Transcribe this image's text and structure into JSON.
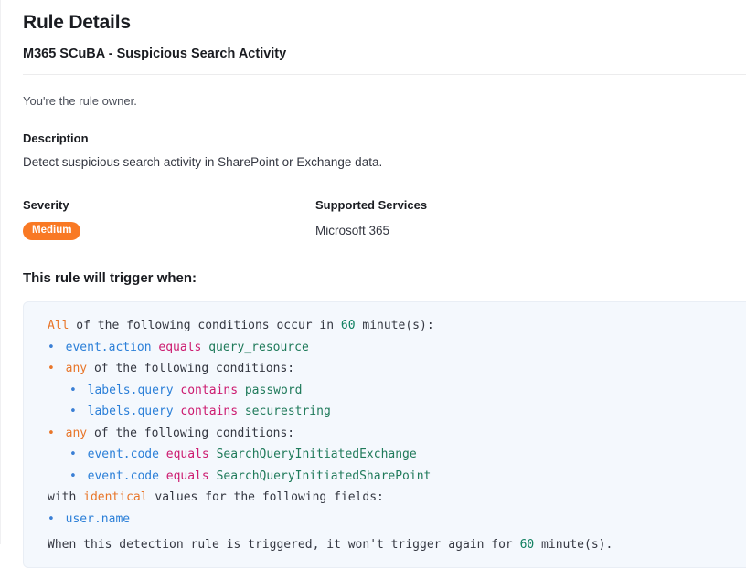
{
  "header": {
    "title": "Rule Details",
    "rule_name": "M365 SCuBA - Suspicious Search Activity",
    "owner_note": "You're the rule owner."
  },
  "description": {
    "label": "Description",
    "text": "Detect suspicious search activity in SharePoint or Exchange data."
  },
  "severity": {
    "label": "Severity",
    "value": "Medium",
    "color": "#f97924"
  },
  "supported_services": {
    "label": "Supported Services",
    "value": "Microsoft 365"
  },
  "trigger": {
    "heading": "This rule will trigger when:",
    "line_all": {
      "logic": "All",
      "text_before": " of the following conditions occur in ",
      "window": "60",
      "text_after": " minute(s):"
    },
    "conditions": [
      {
        "indent": 0,
        "bullet": "dot",
        "field": "event.action",
        "operator": "equals",
        "value": "query_resource"
      },
      {
        "indent": 0,
        "bullet": "op",
        "logic": "any",
        "suffix": " of the following conditions:"
      },
      {
        "indent": 1,
        "bullet": "dot",
        "field": "labels.query",
        "operator": "contains",
        "value": "password"
      },
      {
        "indent": 1,
        "bullet": "dot",
        "field": "labels.query",
        "operator": "contains",
        "value": "securestring"
      },
      {
        "indent": 0,
        "bullet": "op",
        "logic": "any",
        "suffix": " of the following conditions:"
      },
      {
        "indent": 1,
        "bullet": "dot",
        "field": "event.code",
        "operator": "equals",
        "value": "SearchQueryInitiatedExchange"
      },
      {
        "indent": 1,
        "bullet": "dot",
        "field": "event.code",
        "operator": "equals",
        "value": "SearchQueryInitiatedSharePoint"
      }
    ],
    "line_identical": {
      "prefix": "with ",
      "logic": "identical",
      "suffix": " values for the following fields:"
    },
    "fields": [
      {
        "indent": 0,
        "field": "user.name"
      }
    ],
    "line_suppression": {
      "prefix": "When this detection rule is triggered, it won't trigger again for ",
      "window": "60",
      "suffix": " minute(s)."
    }
  }
}
